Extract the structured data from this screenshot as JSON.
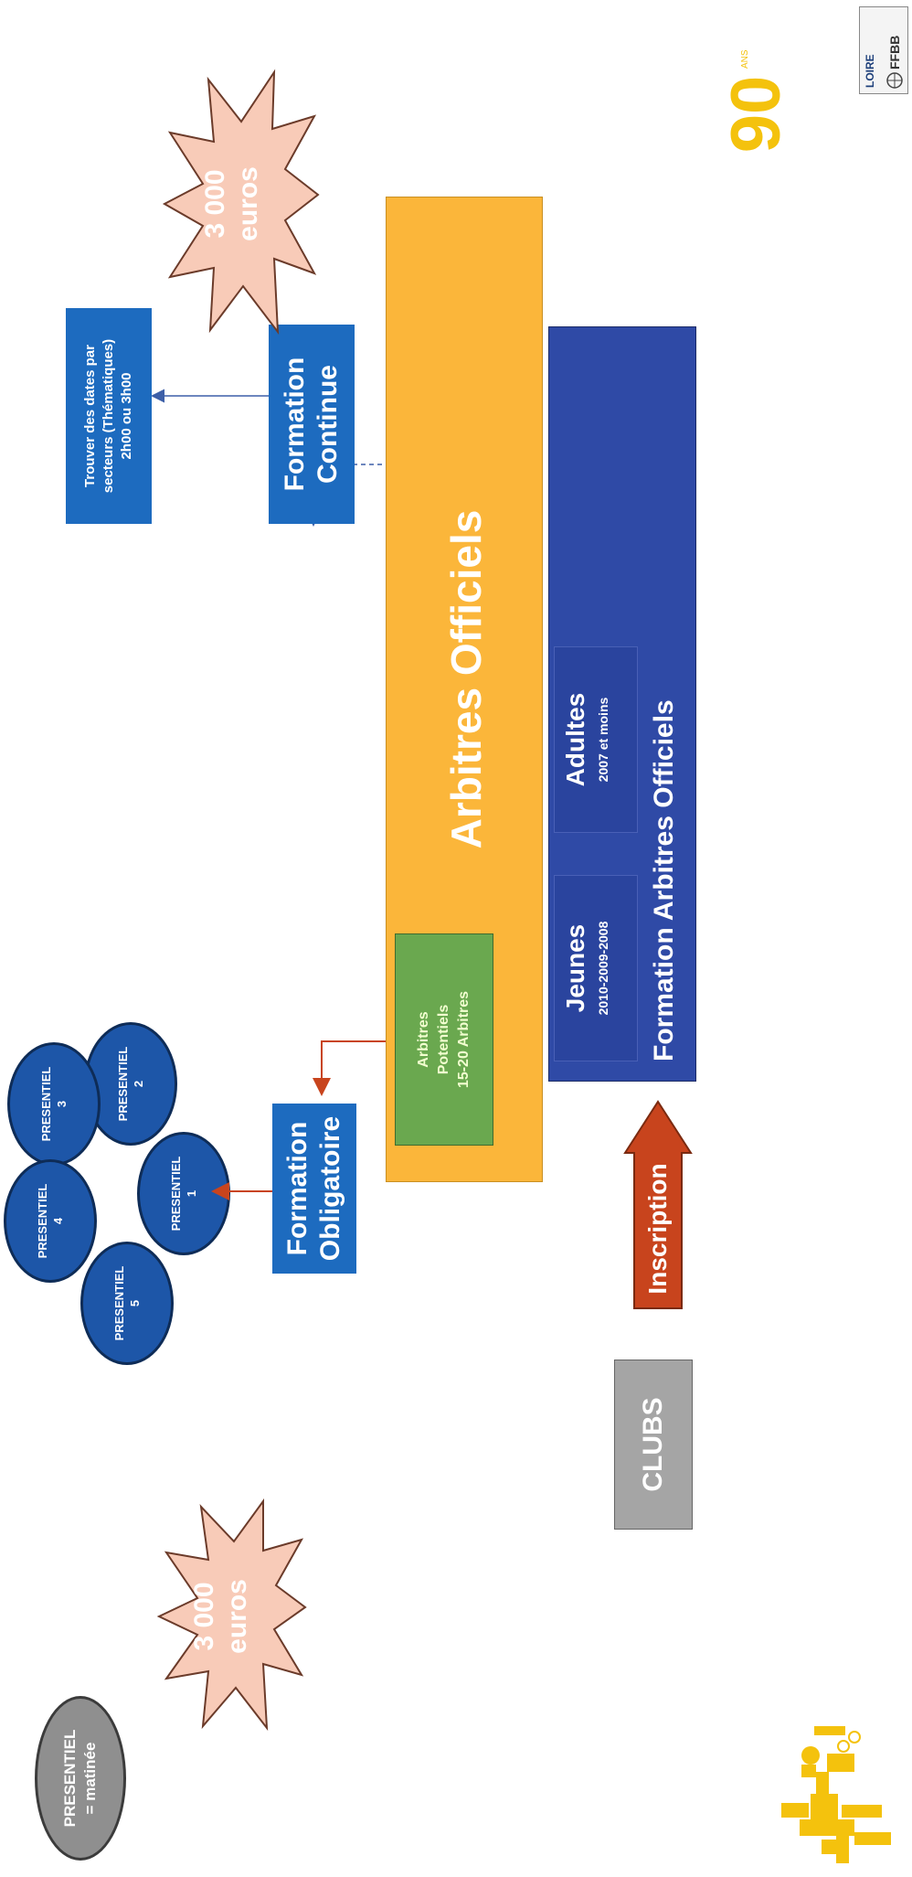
{
  "colors": {
    "blue_box": "#1d6bbf",
    "orange": "#fbb63a",
    "green": "#6aa84f",
    "grey": "#a5a5a5",
    "burst": "#f8cbb8",
    "arrow_red": "#c8441d",
    "navy": "#2f4aa6",
    "logo_yellow": "#f4c20d"
  },
  "legend": {
    "label": "PRESENTIEL\n= matinée"
  },
  "budget_left": {
    "amount": "3 000",
    "unit": "euros"
  },
  "budget_right": {
    "amount": "3 000",
    "unit": "euros"
  },
  "presentiel_nodes": [
    {
      "label": "PRESENTIEL\n1"
    },
    {
      "label": "PRESENTIEL\n2"
    },
    {
      "label": "PRESENTIEL\n3"
    },
    {
      "label": "PRESENTIEL\n4"
    },
    {
      "label": "PRESENTIEL\n5"
    }
  ],
  "formation_obligatoire": {
    "label": "Formation\nObligatoire"
  },
  "formation_continue": {
    "label": "Formation\nContinue"
  },
  "dates_box": {
    "label": "Trouver des dates par\nsecteurs (Thématiques)\n2h00 ou 3h00"
  },
  "arbitres_officiels": {
    "title": "Arbitres Officiels"
  },
  "arbitres_potentiels": {
    "label": "Arbitres\nPotentiels\n15-20 Arbitres"
  },
  "clubs": {
    "label": "CLUBS"
  },
  "inscription": {
    "label": "Inscription"
  },
  "formation_ao": {
    "title": "Formation Arbitres Officiels",
    "jeunes": {
      "label": "Jeunes",
      "years": "2010-2009-2008"
    },
    "adultes": {
      "label": "Adultes",
      "years": "2007 et moins"
    }
  },
  "logos": {
    "anniversary_number": "90",
    "anniversary_suffix": "ANS",
    "committee_name": "LOIRE",
    "federation": "FFBB"
  }
}
